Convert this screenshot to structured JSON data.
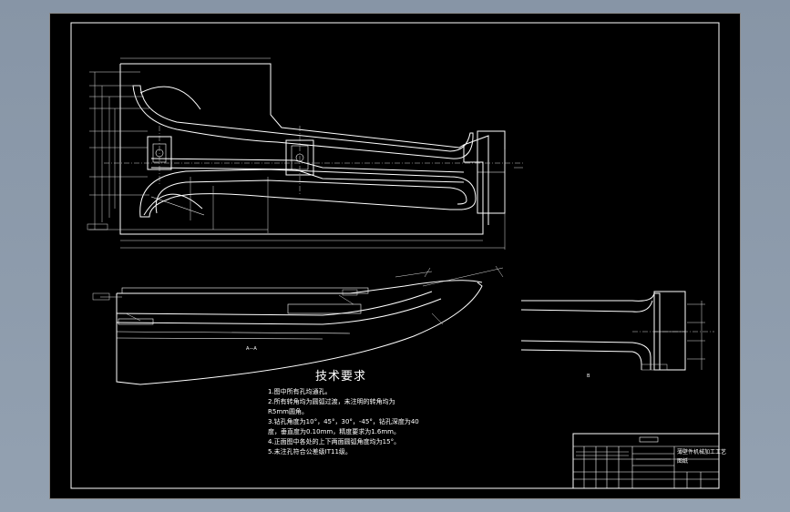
{
  "drawing": {
    "tech_req_title": "技术要求",
    "tech_req_lines": [
      "1.图中所有孔均通孔。",
      "2.所有转角均为圆弧过渡，未注明的转角均为",
      "R5mm圆角。",
      "3.钻孔角度为10°，45°，30°，-45°，钻孔深度为40",
      "度，垂直度为0.10mm，精度要求为1.6mm。",
      "4.正面图中各处的上下两面圆弧角度均为15°。",
      "5.未注孔符合公差级IT11级。"
    ],
    "title_block": {
      "part_name": "薄壁件机械加工工艺",
      "part_name_line2": "图纸"
    }
  },
  "colors": {
    "background": "#8a98a8",
    "sheet": "#000000",
    "lines": "#ffffff"
  }
}
